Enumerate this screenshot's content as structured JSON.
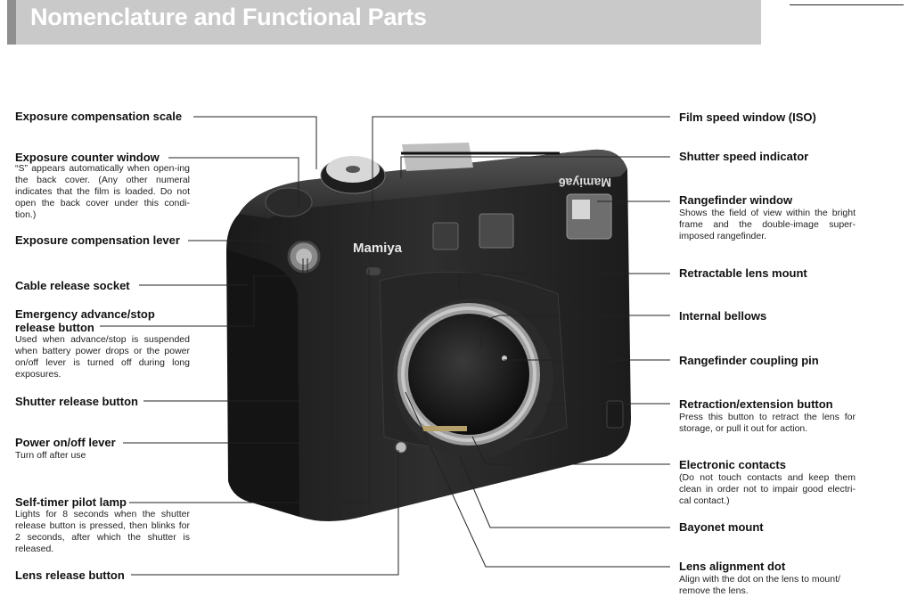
{
  "header": {
    "title": "Nomenclature and Functional Parts"
  },
  "camera": {
    "brand_front": "Mamiya",
    "brand_top": "Mamiya6"
  },
  "left_labels": [
    {
      "label": "Exposure compensation scale",
      "desc": ""
    },
    {
      "label": "Exposure counter window",
      "desc": "“S” appears automatically when open-ing the back cover. (Any other numeral indicates that the film is loaded. Do not open the back cover under this condi-tion.)"
    },
    {
      "label": "Exposure compensation lever",
      "desc": ""
    },
    {
      "label": "Cable release socket",
      "desc": ""
    },
    {
      "label": "Emergency advance/stop release button",
      "desc": "Used when advance/stop is suspended when battery power drops or the power on/off lever is turned off during long exposures."
    },
    {
      "label": "Shutter release button",
      "desc": ""
    },
    {
      "label": "Power on/off lever",
      "desc": "Turn off after use"
    },
    {
      "label": "Self-timer pilot lamp",
      "desc": "Lights for 8 seconds when the shutter release button is pressed, then blinks for 2 seconds, after which the shutter is released."
    },
    {
      "label": "Lens release button",
      "desc": ""
    }
  ],
  "right_labels": [
    {
      "label": "Film speed window (ISO)",
      "desc": ""
    },
    {
      "label": "Shutter speed indicator",
      "desc": ""
    },
    {
      "label": "Rangefinder window",
      "desc": "Shows the field of view within the bright frame and the double-image super-imposed rangefinder."
    },
    {
      "label": "Retractable lens mount",
      "desc": ""
    },
    {
      "label": "Internal bellows",
      "desc": ""
    },
    {
      "label": "Rangefinder coupling pin",
      "desc": ""
    },
    {
      "label": "Retraction/extension button",
      "desc": "Press this button to retract the lens for storage, or pull it out for action."
    },
    {
      "label": "Electronic contacts",
      "desc": "(Do not touch contacts and keep them clean in order not to impair good electri-cal contact.)"
    },
    {
      "label": "Bayonet mount",
      "desc": ""
    },
    {
      "label": "Lens alignment dot",
      "desc": "Align with the dot on the lens to mount/ remove the lens."
    }
  ]
}
